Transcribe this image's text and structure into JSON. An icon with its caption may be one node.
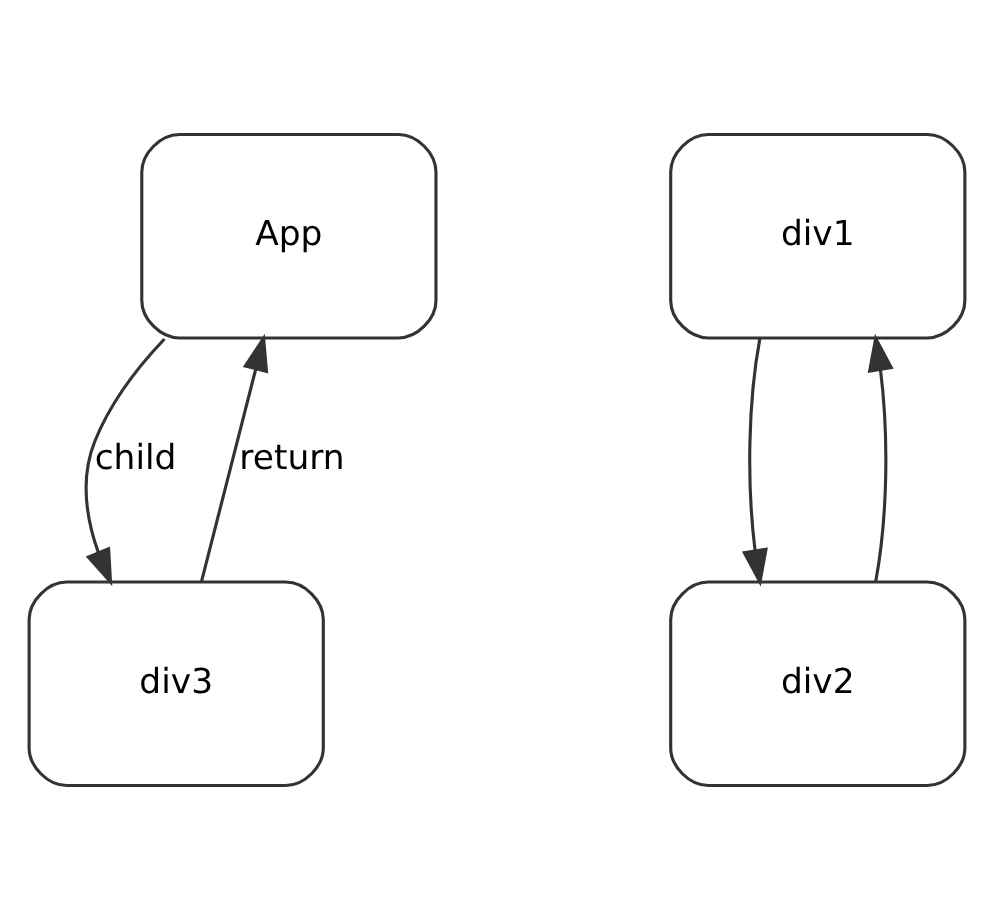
{
  "diagram": {
    "nodes": [
      {
        "text": [
          "App"
        ]
      },
      {
        "text": [
          "div1"
        ]
      },
      {
        "text": [
          "div2"
        ]
      },
      {
        "text": [
          "div3"
        ]
      }
    ],
    "edges": [
      {
        "from": 0,
        "to": 3,
        "arrow": "to",
        "label": "child"
      },
      {
        "from": 3,
        "to": 0,
        "arrow": "to",
        "label": "return"
      },
      {
        "from": 1,
        "to": 2,
        "arrow": "to"
      },
      {
        "from": 2,
        "to": 1,
        "arrow": "to"
      }
    ]
  }
}
